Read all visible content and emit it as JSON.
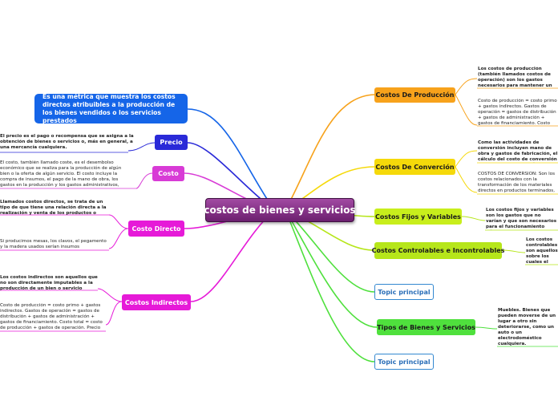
{
  "central": "costos de bienes y servicios",
  "colors": {
    "produccion": "#f7a21b",
    "conversion": "#f5d90a",
    "green_light": "#b6e61a",
    "green": "#4fe03d",
    "topic_border": "#3388d0",
    "precio": "#2a2ad8",
    "costo": "#d83bd6",
    "directo": "#e61ad8",
    "indirectos": "#e61ad8",
    "blue": "#1565e8"
  },
  "right": {
    "produccion": {
      "label": "Costos De Producción",
      "text1": "Los costos de producción (también llamados costos de operación) son los gastos necesarios para mantener un proyecto, línea de procesamiento o un equipo en funcionamiento",
      "text2": "Costo de producción = costo primo + gastos indirectos. Gastos de operación = gastos de distribución + gastos de administración + gastos de financiamiento. Costo total = costo de producción + gastos de operación. Precio de venta = costo total + % de utilidad deseado."
    },
    "conversion": {
      "label": "Costos De Converción",
      "text1": "Como las actividades de conversión incluyen mano de obra y gastos de fabricación, el cálculo del costo de conversión es: Costo de conversión = Mano de obra directa + gastos generales de fabricación.",
      "text2": "COSTOS DE CONVERSIÓN: Son los costos relacionados con la transformación de los materiales directos en productos terminados, o sea la mano de obra directa y los costos indirectos de fabricación."
    },
    "fijos": {
      "label": "Costos Fijos y Variables",
      "text1": "Los costos fijos y variables son los gastos que no varían y que son necesarios para el funcionamiento básico de la empresa; y los que sí van en función del volumen de la producción."
    },
    "controlables": {
      "label": "Costos Controlables e Incontrolables",
      "text1": "Los costos controlables son aquellos sobre los cuales el responsable puede influir en el monto de su actuación; mientras que los costos incontrolables no dependen directamente de la actuación de dicho responsable."
    },
    "topic1": "Topic principal",
    "tipos": {
      "label": "Tipos de Bienes y Servicios",
      "text1": "Muebles. Bienes que pueden moverse de un lugar a otro sin deteriorarse, como un auto o un electrodoméstico cualquiera.\nInmuebles. Bienes que no pueden moverse sin deteriorarse o variar su forma, como una casa.\nTangibles. ...\nIntangibles."
    },
    "topic2": "Topic principal"
  },
  "left": {
    "metrica": "Es una métrica que muestra los costos directos atribuibles a la producción de los bienes vendidos o los servicios prestados",
    "precio": {
      "label": "Precio",
      "text1": "El precio es el pago o recompensa que se asigna a la obtención de bienes o servicios o, más en general, a una mercancía cualquiera."
    },
    "costo": {
      "label": "Costo",
      "text1": "El costo, también llamado coste, es el desembolso económico que se realiza para la producción de algún bien o la oferta de algún servicio. El costo incluye la compra de insumos, el pago de la mano de obra, los gastos en la producción y los gastos administrativos, entre otras actividades."
    },
    "directo": {
      "label": "Costo Directo",
      "text1": "Llamados costos directos, se trata de un tipo de que tiene una relación directa a la realización y venta de los productos o servicios que ofrece una empresa.",
      "text2": "Si producimos mesas, los clavos, el pegamento y la madera usados serían insumos"
    },
    "indirectos": {
      "label": "Costos Indirectos",
      "text1": "Los costos indirectos son aquellos que no son directamente imputables a la producción de un bien o servicio particular.",
      "text2": "Costo de producción = costo primo + gastos indirectos. Gastos de operación = gastos de distribución + gastos de administración + gastos de financiamiento. Costo total = costo de producción + gastos de operación. Precio de venta = costo total + % de utilidad deseado."
    }
  }
}
